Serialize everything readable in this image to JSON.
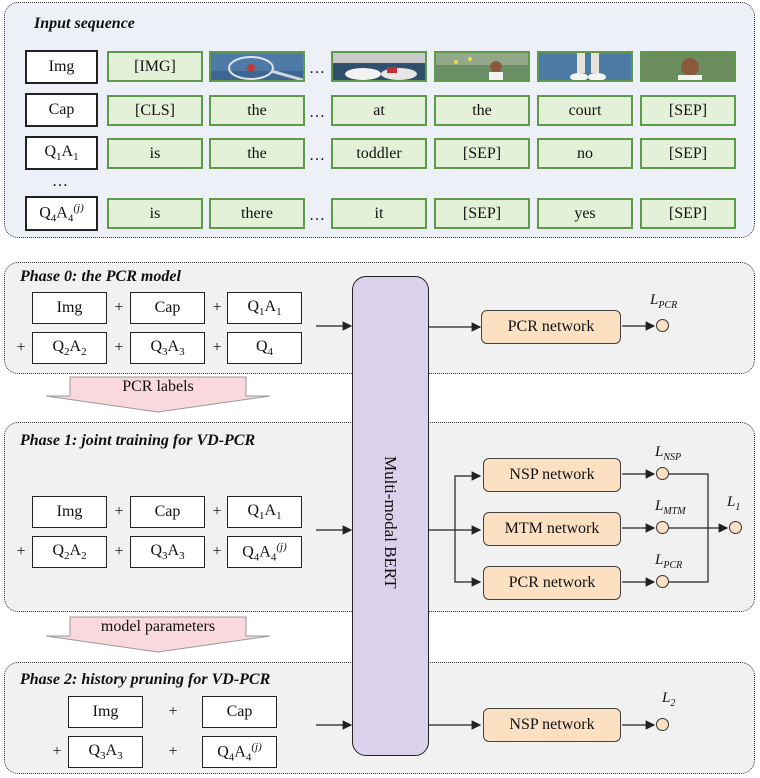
{
  "input": {
    "title": "Input sequence",
    "rows": [
      {
        "label": "Img",
        "tokens": [
          "[IMG]",
          "",
          "",
          "",
          "",
          ""
        ]
      },
      {
        "label": "Cap",
        "tokens": [
          "[CLS]",
          "the",
          "at",
          "the",
          "court",
          "[SEP]"
        ]
      },
      {
        "label": "Q1A1",
        "tokens": [
          "is",
          "the",
          "toddler",
          "[SEP]",
          "no",
          "[SEP]"
        ]
      },
      {
        "label": "Q4A4(j)",
        "tokens": [
          "is",
          "there",
          "it",
          "[SEP]",
          "yes",
          "[SEP]"
        ]
      }
    ],
    "ellipsis": "…",
    "vertical_ellipsis": "…"
  },
  "phase0": {
    "title": "Phase 0: the PCR model",
    "inputs": [
      "Img",
      "Cap",
      "Q1A1",
      "Q2A2",
      "Q3A3",
      "Q4"
    ],
    "network": "PCR network",
    "loss": {
      "base": "L",
      "sub": "PCR"
    }
  },
  "arrow1": "PCR labels",
  "phase1": {
    "title": "Phase 1: joint training for VD-PCR",
    "inputs": [
      "Img",
      "Cap",
      "Q1A1",
      "Q2A2",
      "Q3A3",
      "Q4A4(j)"
    ],
    "networks": [
      "NSP network",
      "MTM network",
      "PCR network"
    ],
    "losses": [
      {
        "base": "L",
        "sub": "NSP"
      },
      {
        "base": "L",
        "sub": "MTM"
      },
      {
        "base": "L",
        "sub": "PCR"
      }
    ],
    "total_loss": {
      "base": "L",
      "sub": "1"
    }
  },
  "arrow2": "model parameters",
  "phase2": {
    "title": "Phase 2: history pruning for VD-PCR",
    "inputs": [
      "Img",
      "Cap",
      "Q3A3",
      "Q4A4(j)"
    ],
    "network": "NSP network",
    "loss": {
      "base": "L",
      "sub": "2"
    }
  },
  "bert": "Multi-modal BERT",
  "plus": "+",
  "colors": {
    "token_fill": "#e3f1d8",
    "token_border": "#5f9a4a",
    "network_fill": "#fbe0c2",
    "bert_fill": "#d9d2ea",
    "arrow_fill": "#f9d9dd"
  }
}
